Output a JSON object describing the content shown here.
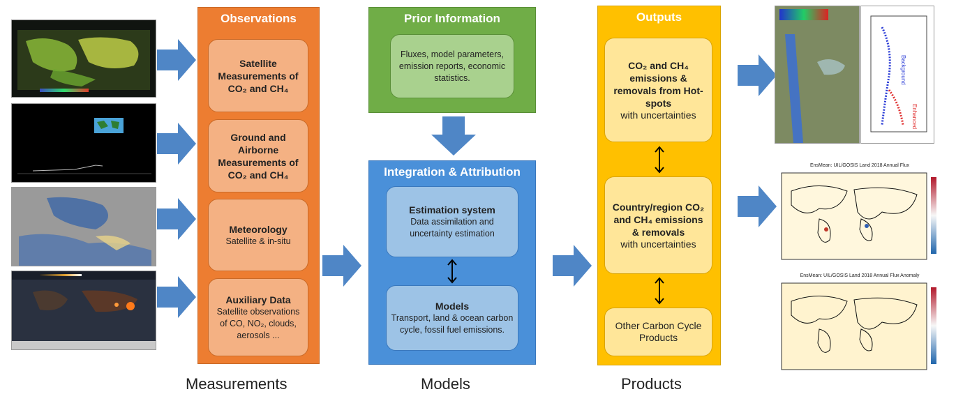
{
  "columns": {
    "observations": {
      "title": "Observations",
      "boxes": [
        {
          "title": "Satellite Measurements of CO₂ and CH₄",
          "sub": ""
        },
        {
          "title": "Ground and Airborne Measurements of CO₂ and CH₄",
          "sub": ""
        },
        {
          "title": "Meteorology",
          "sub": "Satellite & in-situ"
        },
        {
          "title": "Auxiliary Data",
          "sub": "Satellite observations of CO, NO₂, clouds, aerosols ..."
        }
      ]
    },
    "prior": {
      "title": "Prior Information",
      "box": "Fluxes, model parameters, emission reports, economic statistics."
    },
    "integration": {
      "title": "Integration & Attribution",
      "boxes": [
        {
          "title": "Estimation system",
          "sub": "Data assimilation and uncertainty estimation"
        },
        {
          "title": "Models",
          "sub": "Transport, land & ocean carbon cycle, fossil fuel emissions."
        }
      ]
    },
    "outputs": {
      "title": "Outputs",
      "boxes": [
        {
          "title": "CO₂ and CH₄ emissions & removals from Hot-spots",
          "sub": "with uncertainties"
        },
        {
          "title": "Country/region CO₂ and CH₄ emissions & removals",
          "sub": "with uncertainties"
        },
        {
          "title": "",
          "sub": "Other Carbon Cycle Products"
        }
      ]
    }
  },
  "bottom_labels": {
    "measurements": "Measurements",
    "models": "Models",
    "products": "Products"
  },
  "thumbnails": {
    "map1_title": "EnsMean: UIL/GOSIS Land 2018 Annual Flux",
    "map2_title": "EnsMean: UIL/GOSIS Land 2018 Annual Flux Anomaly",
    "profile_labels": [
      "Background",
      "Enhanced"
    ]
  },
  "colors": {
    "observations": "#ED7D31",
    "prior": "#70AD47",
    "integration": "#4A90D9",
    "outputs": "#FFC000",
    "arrow": "#4F86C6"
  }
}
